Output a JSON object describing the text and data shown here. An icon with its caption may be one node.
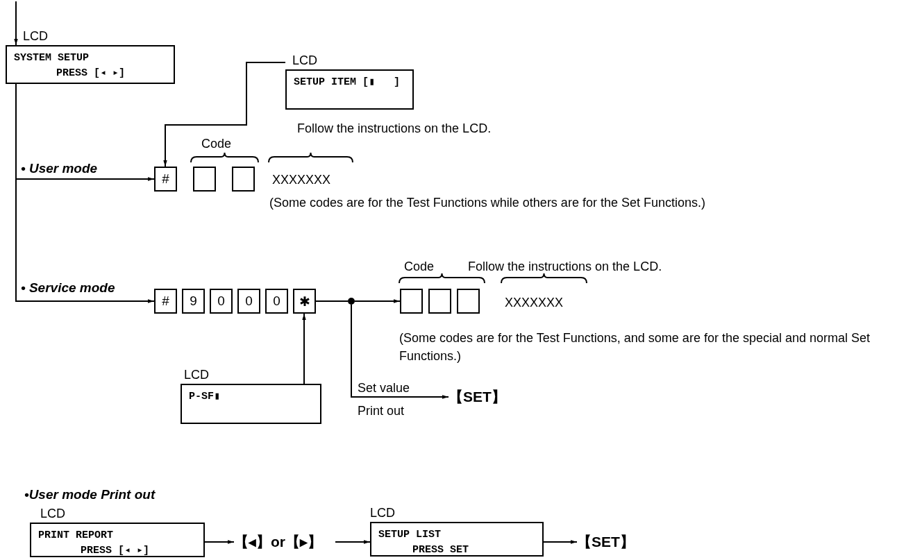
{
  "diagram": {
    "nodes": [
      {
        "text": [
          "LCD",
          "SYSTEM SETUP PRESS [◂ ▸]"
        ]
      },
      {
        "text": [
          "LCD",
          "SETUP ITEM [▮   ]"
        ]
      },
      {
        "text": [
          "#"
        ]
      },
      {
        "text": [],
        "shape": "box"
      },
      {
        "text": [],
        "shape": "box"
      },
      {
        "text": [
          "#"
        ]
      },
      {
        "text": [
          "9"
        ]
      },
      {
        "text": [
          "0"
        ]
      },
      {
        "text": [
          "0"
        ]
      },
      {
        "text": [
          "0"
        ]
      },
      {
        "text": [
          "✱"
        ]
      },
      {
        "text": [],
        "shape": "circle"
      },
      {
        "text": [],
        "shape": "box"
      },
      {
        "text": [],
        "shape": "box"
      },
      {
        "text": [],
        "shape": "box"
      },
      {
        "text": [
          "LCD",
          "P-SF▮"
        ]
      },
      {
        "text": [
          "【SET】"
        ]
      },
      {
        "text": [
          "LCD",
          "PRINT REPORT PRESS [◂ ▸]"
        ]
      },
      {
        "text": [
          "【◂】or【▸】"
        ]
      },
      {
        "text": [
          "LCD",
          "SETUP LIST PRESS SET"
        ]
      },
      {
        "text": [
          "【SET】"
        ]
      }
    ],
    "edges": [
      {
        "from": null,
        "to": 0,
        "arrow": "to"
      },
      {
        "from": 0,
        "to": 2,
        "arrow": "to",
        "label": "• User mode"
      },
      {
        "from": 0,
        "to": 5,
        "arrow": "to",
        "label": "• Service mode"
      },
      {
        "from": 1,
        "to": 2,
        "arrow": "to"
      },
      {
        "from": 10,
        "to": 11,
        "arrow": "none"
      },
      {
        "from": 11,
        "to": 12,
        "arrow": "to"
      },
      {
        "from": 11,
        "to": 16,
        "arrow": "to",
        "label": "Set value"
      },
      {
        "from": 15,
        "to": 10,
        "arrow": "to"
      },
      {
        "from": 17,
        "to": 18,
        "arrow": "to"
      },
      {
        "from": 18,
        "to": 19,
        "arrow": "to"
      },
      {
        "from": 19,
        "to": 20,
        "arrow": "to"
      }
    ],
    "labels": [
      "Follow the instructions on the LCD.",
      "Code",
      "XXXXXXX",
      "(Some codes are for the Test Functions while others are for the Set Functions.)",
      "Code",
      "Follow the instructions on the LCD.",
      "XXXXXXX",
      "(Some codes are for the Test Functions, and some are for the special and normal Set Functions.)",
      "Print out",
      "•User mode Print out"
    ]
  }
}
